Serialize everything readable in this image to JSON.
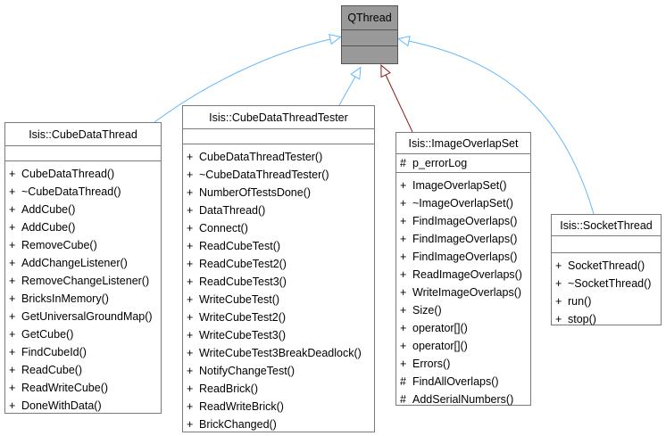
{
  "base": {
    "name": "QThread"
  },
  "classes": {
    "cube_data_thread": {
      "name": "Isis::CubeDataThread",
      "methods": [
        {
          "vis": "+",
          "name": "CubeDataThread()"
        },
        {
          "vis": "+",
          "name": "~CubeDataThread()"
        },
        {
          "vis": "+",
          "name": "AddCube()"
        },
        {
          "vis": "+",
          "name": "AddCube()"
        },
        {
          "vis": "+",
          "name": "RemoveCube()"
        },
        {
          "vis": "+",
          "name": "AddChangeListener()"
        },
        {
          "vis": "+",
          "name": "RemoveChangeListener()"
        },
        {
          "vis": "+",
          "name": "BricksInMemory()"
        },
        {
          "vis": "+",
          "name": "GetUniversalGroundMap()"
        },
        {
          "vis": "+",
          "name": "GetCube()"
        },
        {
          "vis": "+",
          "name": "FindCubeId()"
        },
        {
          "vis": "+",
          "name": "ReadCube()"
        },
        {
          "vis": "+",
          "name": "ReadWriteCube()"
        },
        {
          "vis": "+",
          "name": "DoneWithData()"
        }
      ]
    },
    "cube_data_thread_tester": {
      "name": "Isis::CubeDataThreadTester",
      "methods": [
        {
          "vis": "+",
          "name": "CubeDataThreadTester()"
        },
        {
          "vis": "+",
          "name": "~CubeDataThreadTester()"
        },
        {
          "vis": "+",
          "name": "NumberOfTestsDone()"
        },
        {
          "vis": "+",
          "name": "DataThread()"
        },
        {
          "vis": "+",
          "name": "Connect()"
        },
        {
          "vis": "+",
          "name": "ReadCubeTest()"
        },
        {
          "vis": "+",
          "name": "ReadCubeTest2()"
        },
        {
          "vis": "+",
          "name": "ReadCubeTest3()"
        },
        {
          "vis": "+",
          "name": "WriteCubeTest()"
        },
        {
          "vis": "+",
          "name": "WriteCubeTest2()"
        },
        {
          "vis": "+",
          "name": "WriteCubeTest3()"
        },
        {
          "vis": "+",
          "name": "WriteCubeTest3BreakDeadlock()"
        },
        {
          "vis": "+",
          "name": "NotifyChangeTest()"
        },
        {
          "vis": "+",
          "name": "ReadBrick()"
        },
        {
          "vis": "+",
          "name": "ReadWriteBrick()"
        },
        {
          "vis": "+",
          "name": "BrickChanged()"
        }
      ]
    },
    "image_overlap_set": {
      "name": "Isis::ImageOverlapSet",
      "attributes": [
        {
          "vis": "#",
          "name": "p_errorLog"
        }
      ],
      "methods": [
        {
          "vis": "+",
          "name": "ImageOverlapSet()"
        },
        {
          "vis": "+",
          "name": "~ImageOverlapSet()"
        },
        {
          "vis": "+",
          "name": "FindImageOverlaps()"
        },
        {
          "vis": "+",
          "name": "FindImageOverlaps()"
        },
        {
          "vis": "+",
          "name": "FindImageOverlaps()"
        },
        {
          "vis": "+",
          "name": "ReadImageOverlaps()"
        },
        {
          "vis": "+",
          "name": "WriteImageOverlaps()"
        },
        {
          "vis": "+",
          "name": "Size()"
        },
        {
          "vis": "+",
          "name": "operator[]()"
        },
        {
          "vis": "+",
          "name": "operator[]()"
        },
        {
          "vis": "+",
          "name": "Errors()"
        },
        {
          "vis": "#",
          "name": "FindAllOverlaps()"
        },
        {
          "vis": "#",
          "name": "AddSerialNumbers()"
        }
      ]
    },
    "socket_thread": {
      "name": "Isis::SocketThread",
      "methods": [
        {
          "vis": "+",
          "name": "SocketThread()"
        },
        {
          "vis": "+",
          "name": "~SocketThread()"
        },
        {
          "vis": "+",
          "name": "run()"
        },
        {
          "vis": "+",
          "name": "stop()"
        }
      ]
    }
  },
  "colors": {
    "inheritance_public": "#63b8ff",
    "inheritance_protected": "#8b1a1a",
    "base_fill": "#999999",
    "box_border": "#7a7a7a"
  }
}
